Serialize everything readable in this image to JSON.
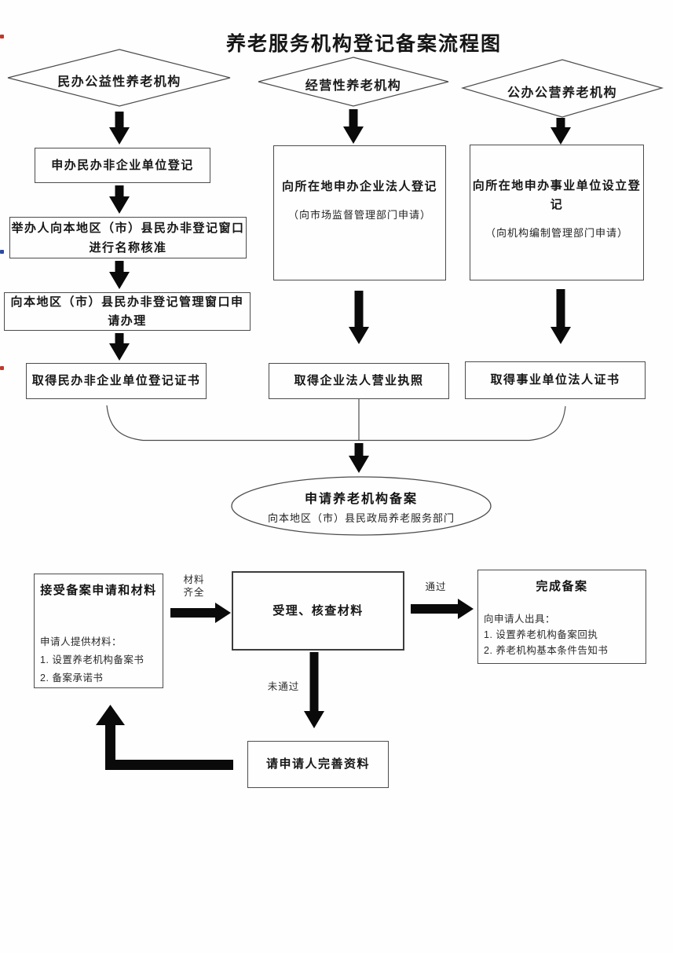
{
  "title": "养老服务机构登记备案流程图",
  "colors": {
    "line": "#4c4c4c",
    "arrow": "#0a0a0a",
    "text": "#1d1d1d",
    "background": "#fefefe"
  },
  "diamonds": [
    {
      "label": "民办公益性养老机构"
    },
    {
      "label": "经营性养老机构"
    },
    {
      "label": "公办公营养老机构"
    }
  ],
  "left_branch": {
    "step1": "申办民办非企业单位登记",
    "step2": "举办人向本地区（市）县民办非登记窗口进行名称核准",
    "step3": "向本地区（市）县民办非登记管理窗口申请办理",
    "result": "取得民办非企业单位登记证书"
  },
  "middle_branch": {
    "step1_main": "向所在地申办企业法人登记",
    "step1_sub": "（向市场监督管理部门申请）",
    "result": "取得企业法人营业执照"
  },
  "right_branch": {
    "step1_main": "向所在地申办事业单位设立登记",
    "step1_sub": "（向机构编制管理部门申请）",
    "result": "取得事业单位法人证书"
  },
  "filing": {
    "title": "申请养老机构备案",
    "subtitle": "向本地区（市）县民政局养老服务部门"
  },
  "bottom": {
    "receive": {
      "title": "接受备案申请和材料",
      "note_heading": "申请人提供材料：",
      "note_items": [
        "1. 设置养老机构备案书",
        "2. 备案承诺书"
      ]
    },
    "label_materials_line1": "材料",
    "label_materials_line2": "齐全",
    "review": {
      "title": "受理、核查材料"
    },
    "label_pass": "通过",
    "complete": {
      "title": "完成备案",
      "note_heading": "向申请人出具：",
      "note_items": [
        "1. 设置养老机构备案回执",
        "2. 养老机构基本条件告知书"
      ]
    },
    "label_fail": "未通过",
    "improve": {
      "title": "请申请人完善资料"
    }
  }
}
